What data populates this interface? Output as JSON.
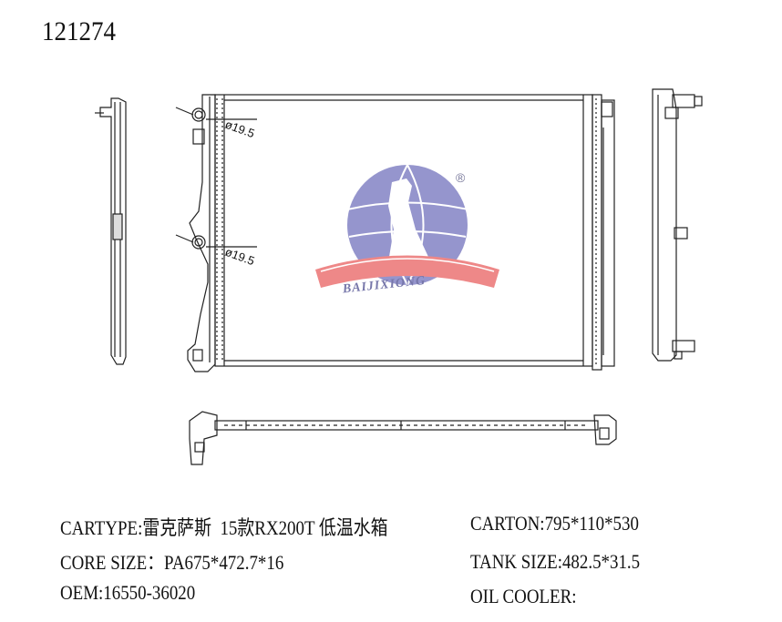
{
  "part_number": "121274",
  "logo": {
    "brand": "BAIJIXIONG",
    "registered_mark": "®",
    "globe_color": "#8a8ac8",
    "ribbon_color": "#ee8888"
  },
  "dimensions": {
    "inlet_diameter": "ø19.5",
    "outlet_diameter": "ø19.5"
  },
  "specs": {
    "cartype": "CARTYPE:雷克萨斯  15款RX200T 低温水箱",
    "core_size": "CORE SIZE：PA675*472.7*16",
    "oem": "OEM:16550-36020",
    "carton": "CARTON:795*110*530",
    "tank_size": "TANK SIZE:482.5*31.5",
    "oil_cooler": "OIL COOLER:"
  }
}
